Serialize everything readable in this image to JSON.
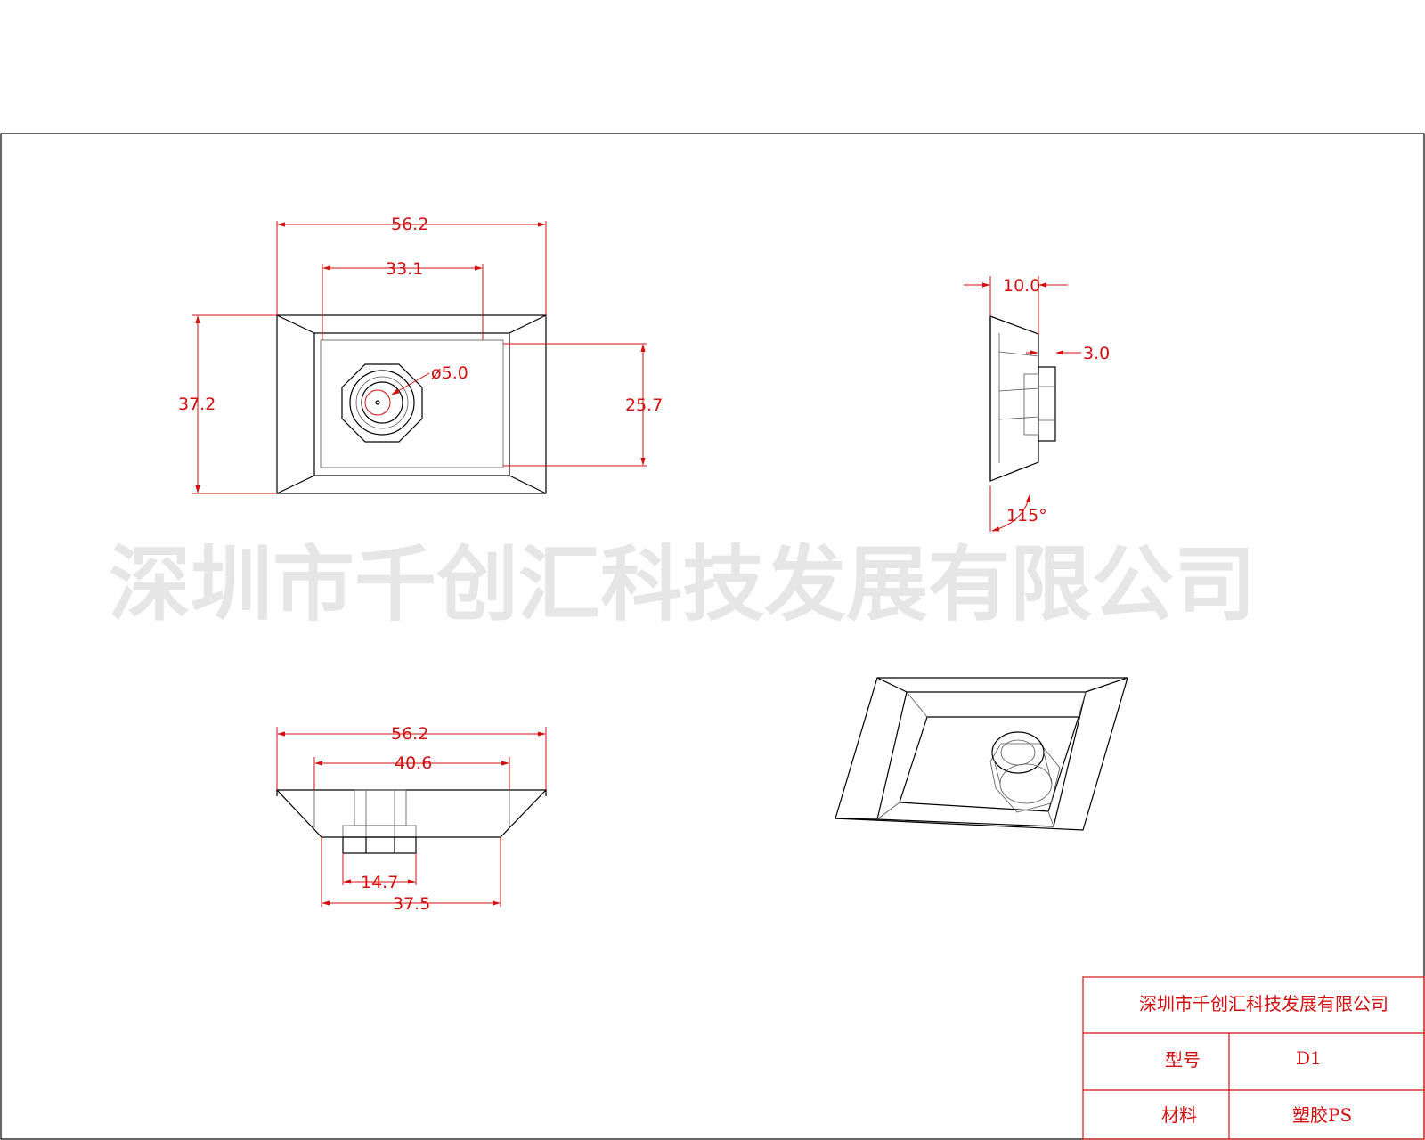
{
  "watermark": "深圳市千创汇科技发展有限公司",
  "title_block": {
    "company": "深圳市千创汇科技发展有限公司",
    "model_label": "型号",
    "model_value": "D1",
    "material_label": "材料",
    "material_value": "塑胶PS"
  },
  "front_view": {
    "width_outer": "56.2",
    "width_inner": "33.1",
    "height_outer": "37.2",
    "height_inner": "25.7",
    "hole_diameter": "ø5.0"
  },
  "side_view": {
    "depth": "10.0",
    "boss": "3.0",
    "angle": "115°"
  },
  "bottom_view": {
    "width_top": "56.2",
    "width_mid": "40.6",
    "width_base": "37.5",
    "boss_width": "14.7"
  },
  "colors": {
    "dimension": "#d21010",
    "outline": "#000000",
    "watermark": "#e6e6e6"
  }
}
